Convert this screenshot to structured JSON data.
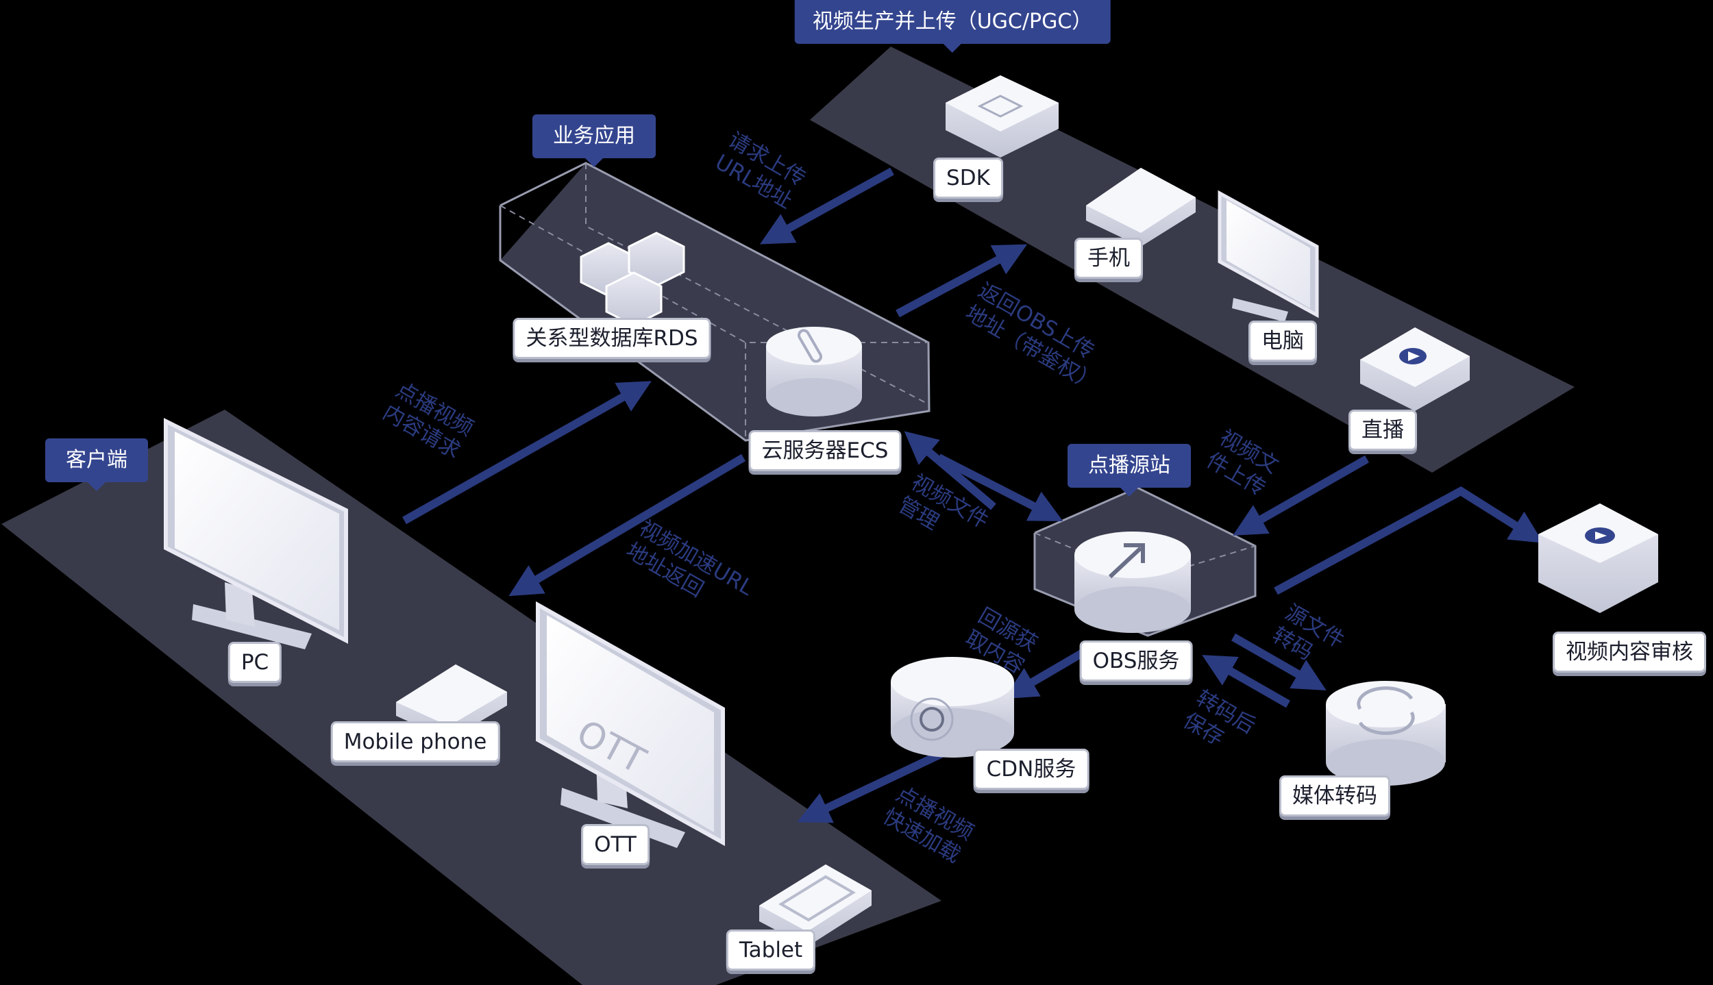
{
  "zones": {
    "client": "客户端",
    "business": "业务应用",
    "production": "视频生产并上传（UGC/PGC）",
    "origin": "点播源站"
  },
  "nodes": {
    "pc": "PC",
    "mobile": "Mobile phone",
    "ott": "OTT",
    "ott_screen": "OTT",
    "tablet": "Tablet",
    "rds": "关系型数据库RDS",
    "ecs": "云服务器ECS",
    "sdk": "SDK",
    "phone": "手机",
    "computer": "电脑",
    "live": "直播",
    "obs": "OBS服务",
    "cdn": "CDN服务",
    "transcode": "媒体转码",
    "audit": "视频内容审核"
  },
  "flows": {
    "request_upload_url": [
      "请求上传",
      "URL地址"
    ],
    "return_obs_url": [
      "返回OBS上传",
      "地址（带鉴权）"
    ],
    "vod_request": [
      "点播视频",
      "内容请求"
    ],
    "accel_url_return": [
      "视频加速URL",
      "地址返回"
    ],
    "file_manage": [
      "视频文件",
      "管理"
    ],
    "file_upload": [
      "视频文",
      "件上传"
    ],
    "back_to_origin": [
      "回源获",
      "取内容"
    ],
    "source_transcode": [
      "源文件",
      "转码"
    ],
    "transcoded_save": [
      "转码后",
      "保存"
    ],
    "vod_accel_load": [
      "点播视频",
      "快速加载"
    ]
  },
  "colors": {
    "background": "#000000",
    "platform": "#3a3b4a",
    "tag": "#34458f",
    "arrow": "#2b3b80",
    "label_text": "#1b1e2c"
  }
}
